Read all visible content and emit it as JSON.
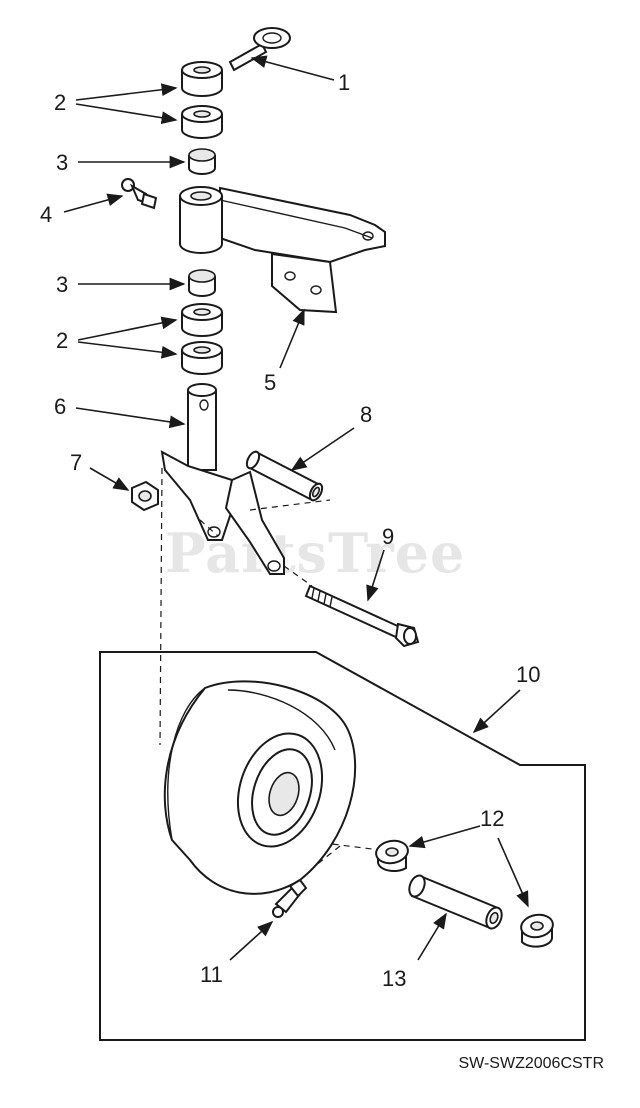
{
  "diagram": {
    "watermark": "PartsTree",
    "drawing_code": "SW-SWZ2006CSTR",
    "callouts": [
      "1",
      "2",
      "2",
      "3",
      "4",
      "3",
      "2",
      "2",
      "5",
      "6",
      "7",
      "8",
      "9",
      "10",
      "11",
      "12",
      "13"
    ]
  }
}
